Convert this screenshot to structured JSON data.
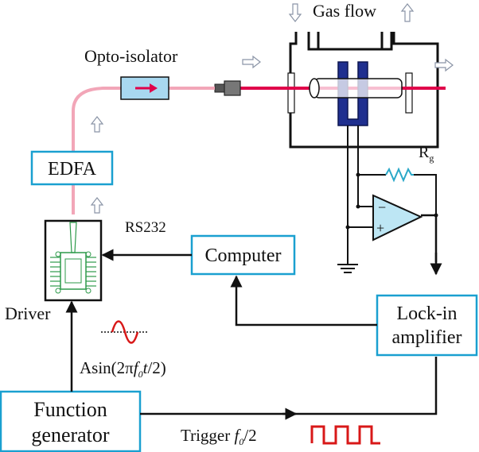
{
  "labels": {
    "gas_flow": "Gas flow",
    "opto_isolator": "Opto-isolator",
    "edfa": "EDFA",
    "rs232": "RS232",
    "computer": "Computer",
    "lockin_line1": "Lock-in",
    "lockin_line2": "amplifier",
    "driver": "Driver",
    "function_line1": "Function",
    "function_line2": "generator",
    "rg_main": "R",
    "rg_sub": "g",
    "opamp_minus": "−",
    "opamp_plus": "+",
    "asin_a": "Asin(2π",
    "asin_f": "f",
    "asin_sub": "0",
    "asin_t": "t",
    "asin_tail": "/2)",
    "trigger_a": "Trigger ",
    "trigger_f": "f",
    "trigger_sub": "0",
    "trigger_tail": "/2"
  },
  "colors": {
    "box_border": "#1aa0d0",
    "laser_red": "#e0004a",
    "fiber_pink": "#f2a6b8",
    "isolator_fill": "#a8d8f0",
    "cell_blue": "#1f2f8f",
    "resistor": "#2aa8c8",
    "chip_green": "#2d9a4a",
    "square_wave": "#d81818",
    "sine_wave": "#d81818",
    "arrow_grey": "#9aa4b4"
  }
}
